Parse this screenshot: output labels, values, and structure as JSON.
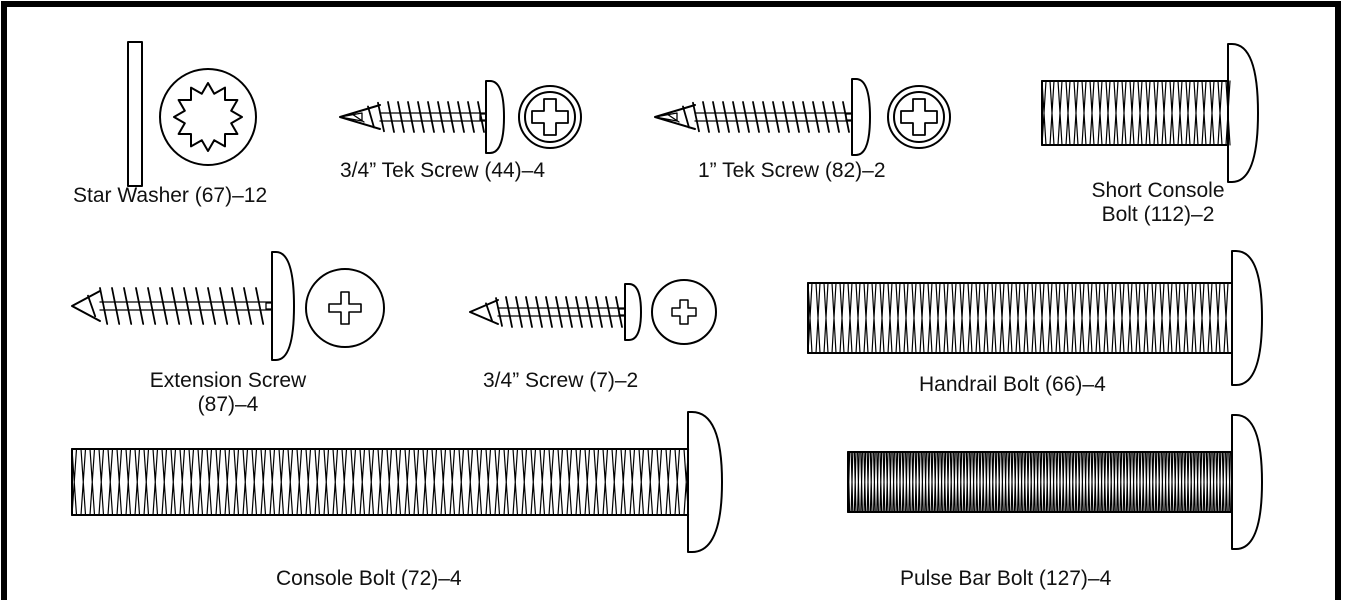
{
  "parts": [
    {
      "id": "star-washer",
      "label": "Star Washer (67)–12"
    },
    {
      "id": "tek-screw-34",
      "label": "3/4” Tek Screw (44)–4"
    },
    {
      "id": "tek-screw-1",
      "label": "1” Tek Screw (82)–2"
    },
    {
      "id": "short-console-bolt",
      "label_line1": "Short Console",
      "label_line2": "Bolt (112)–2"
    },
    {
      "id": "extension-screw",
      "label_line1": "Extension Screw",
      "label_line2": "(87)–4"
    },
    {
      "id": "screw-34",
      "label": "3/4” Screw (7)–2"
    },
    {
      "id": "handrail-bolt",
      "label": "Handrail Bolt (66)–4"
    },
    {
      "id": "console-bolt",
      "label": "Console Bolt (72)–4"
    },
    {
      "id": "pulse-bar-bolt",
      "label": "Pulse Bar Bolt (127)–4"
    }
  ],
  "colors": {
    "line": "#000000",
    "background": "#ffffff"
  }
}
